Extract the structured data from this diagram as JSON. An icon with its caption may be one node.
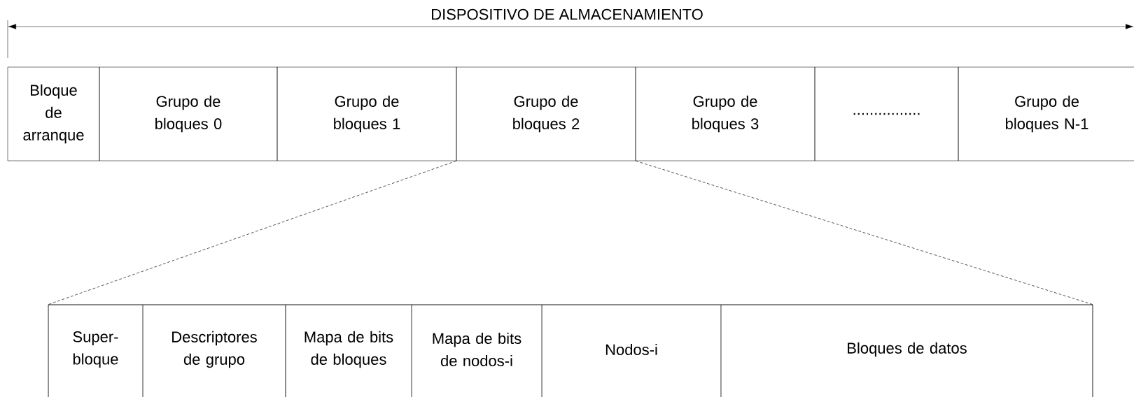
{
  "diagram": {
    "nodes": [
      {
        "text": [
          "Bloque de arranque"
        ]
      },
      {
        "text": [
          "Grupo de bloques 0"
        ]
      },
      {
        "text": [
          "Grupo de bloques 1"
        ]
      },
      {
        "text": [
          "Grupo de bloques 2"
        ]
      },
      {
        "text": [
          "Grupo de bloques 3"
        ]
      },
      {
        "text": [
          "................"
        ]
      },
      {
        "text": [
          "Grupo de bloques N-1"
        ]
      },
      {
        "text": [],
        "shape": "box"
      },
      {
        "text": [
          "Super- bloque"
        ],
        "in": 7
      },
      {
        "text": [
          "Descriptores de grupo"
        ],
        "in": 7
      },
      {
        "text": [
          "Mapa de bits de bloques"
        ],
        "in": 7
      },
      {
        "text": [
          "Mapa de bits de nodos-i"
        ],
        "in": 7
      },
      {
        "text": [
          "Nodos-i"
        ],
        "in": 7
      },
      {
        "text": [
          "Bloques de datos"
        ],
        "in": 7
      }
    ],
    "edges": [
      {
        "from": 3,
        "to": 7,
        "arrow": "none",
        "style": "dashed"
      },
      {
        "from": 3,
        "to": 7,
        "arrow": "none",
        "style": "dashed"
      }
    ],
    "labels": [
      "DISPOSITIVO DE ALMACENAMIENTO"
    ]
  }
}
